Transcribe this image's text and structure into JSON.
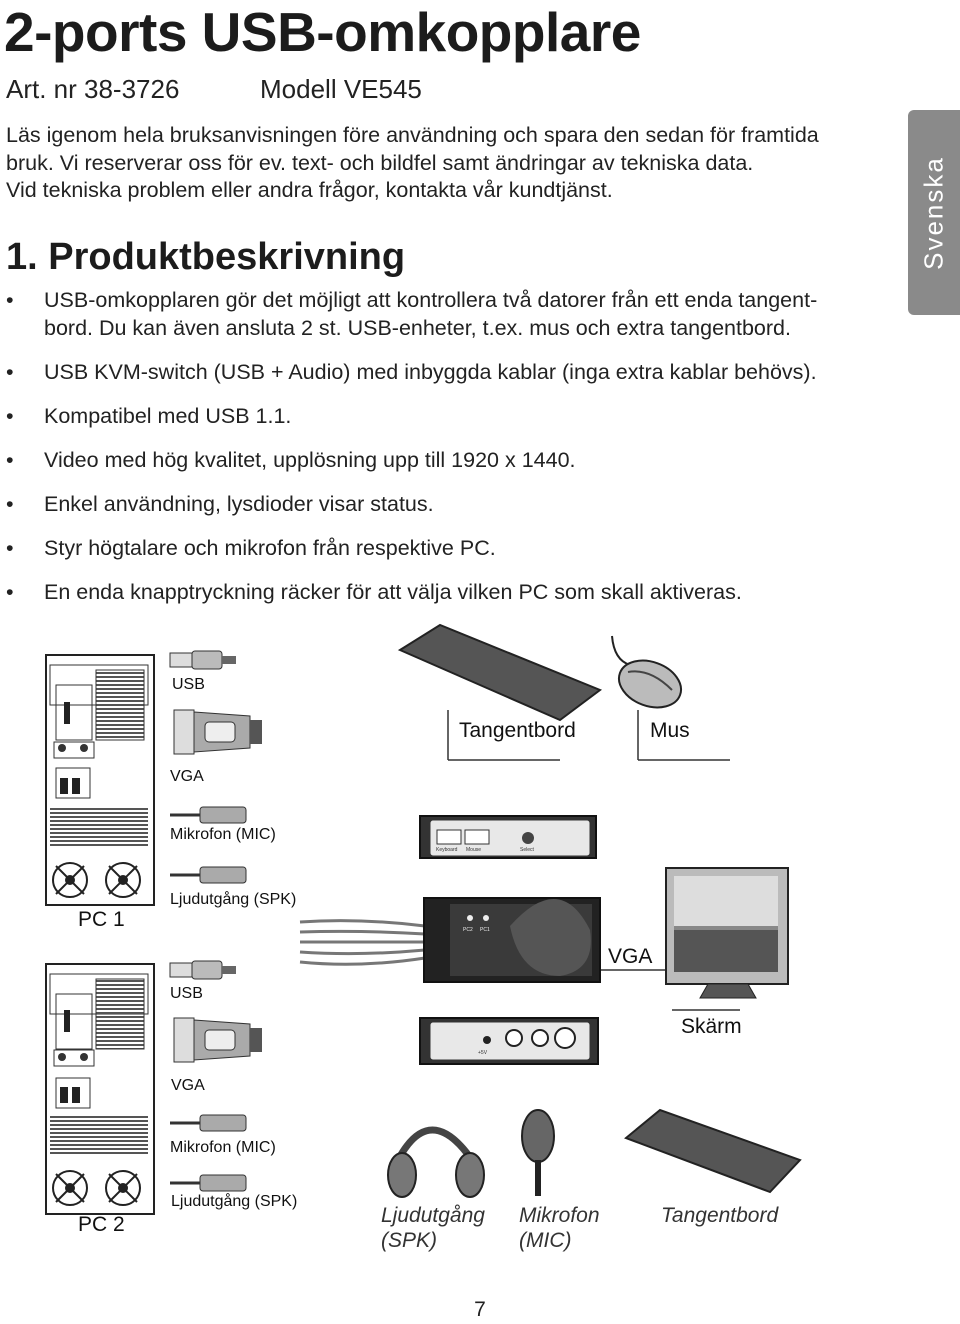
{
  "header": {
    "title": "2-ports USB-omkopplare",
    "art_nr": "Art. nr 38-3726",
    "model": "Modell VE545"
  },
  "intro": {
    "line1": "Läs igenom hela bruksanvisningen före användning och spara den sedan för framtida",
    "line2": "bruk. Vi reserverar oss för ev. text- och bildfel samt ändringar av tekniska data.",
    "line3": "Vid tekniska problem eller andra frågor, kontakta vår kundtjänst."
  },
  "section": {
    "heading": "1. Produktbeskrivning",
    "bullet_symbol": "•",
    "bullets": [
      "USB-omkopplaren gör det möjligt att kontrollera två datorer från ett enda tangent-bord. Du kan även ansluta 2 st. USB-enheter, t.ex. mus och extra tangentbord.",
      "USB KVM-switch (USB + Audio) med inbyggda kablar (inga extra kablar behövs).",
      "Kompatibel med USB 1.1.",
      "Video med hög kvalitet, upplösning upp till 1920 x 1440.",
      "Enkel användning, lysdioder visar status.",
      "Styr högtalare och mikrofon från respektive PC.",
      "En enda knapptryckning räcker för att välja vilken PC som skall aktiveras."
    ]
  },
  "side_tab": {
    "label": "Svenska"
  },
  "diagram": {
    "pc1": {
      "label": "PC 1",
      "usb": "USB",
      "vga": "VGA",
      "mic": "Mikrofon (MIC)",
      "spk": "Ljudutgång (SPK)"
    },
    "pc2": {
      "label": "PC 2",
      "usb": "USB",
      "vga": "VGA",
      "mic": "Mikrofon (MIC)",
      "spk": "Ljudutgång (SPK)"
    },
    "keyboard": "Tangentbord",
    "mouse": "Mus",
    "vga_out": "VGA",
    "monitor": "Skärm",
    "switch_front": {
      "port1": "Keyboard",
      "port2": "Mouse",
      "button": "Select"
    },
    "switch_top": {
      "led2": "PC2",
      "led1": "PC1"
    },
    "switch_back": {
      "power": "+5V"
    },
    "bottom": {
      "speaker_line1": "Ljudutgång",
      "speaker_line2": "(SPK)",
      "mic_line1": "Mikrofon",
      "mic_line2": "(MIC)",
      "keyboard": "Tangentbord"
    }
  },
  "page_number": "7"
}
